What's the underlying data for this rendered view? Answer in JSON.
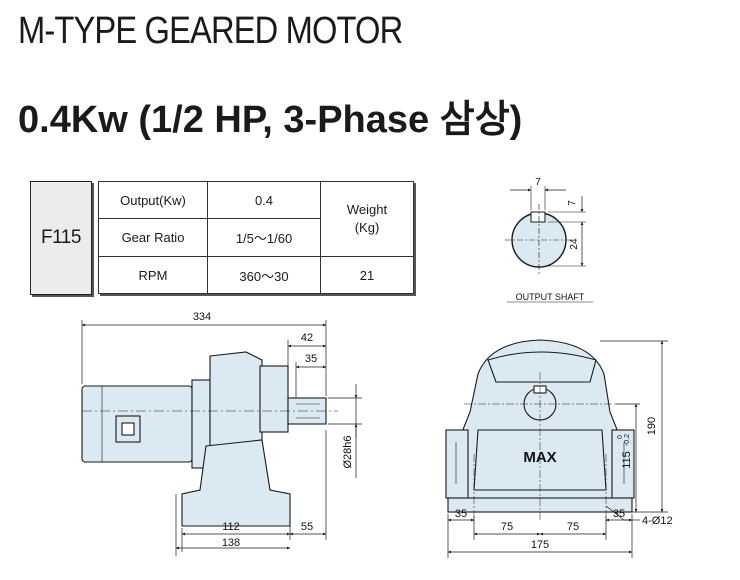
{
  "title": "M-TYPE GEARED MOTOR",
  "subtitle": "0.4Kw (1/2 HP, 3-Phase 삼상)",
  "model": "F115",
  "specs": {
    "output_label": "Output(Kw)",
    "output_value": "0.4",
    "ratio_label": "Gear Ratio",
    "ratio_value": "1/5～1/60",
    "rpm_label": "RPM",
    "rpm_value": "360～30",
    "weight_label": "Weight\n(Kg)",
    "weight_value": "21"
  },
  "shaft": {
    "caption": "OUTPUT SHAFT",
    "dim_key_width": "7",
    "dim_key_depth": "7",
    "dim_height": "24"
  },
  "side_view": {
    "dim_total_length": "334",
    "dim_42": "42",
    "dim_35": "35",
    "dim_shaft_dia": "Ø28h6",
    "dim_112": "112",
    "dim_55": "55",
    "dim_138": "138"
  },
  "front_view": {
    "max_label": "MAX",
    "dim_190": "190",
    "dim_115": "115",
    "dim_115_tol_top": "0",
    "dim_115_tol_bottom": "-0.2",
    "dim_35_left": "35",
    "dim_35_right": "35",
    "dim_75_left": "75",
    "dim_75_right": "75",
    "dim_175": "175",
    "dim_holes": "4-Ø12"
  },
  "colors": {
    "motor_fill": "#dbe9f3",
    "line": "#1a1a1a"
  }
}
